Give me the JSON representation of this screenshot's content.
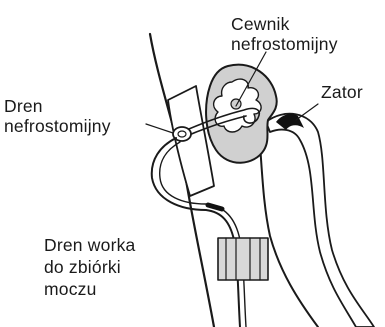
{
  "labels": {
    "catheter": [
      "Cewnik",
      "nefrostomijny"
    ],
    "drain": [
      "Dren",
      "nefrostomijny"
    ],
    "blockage": "Zator",
    "bag_tube": [
      "Dren worka",
      "do zbiórki",
      "moczu"
    ]
  }
}
